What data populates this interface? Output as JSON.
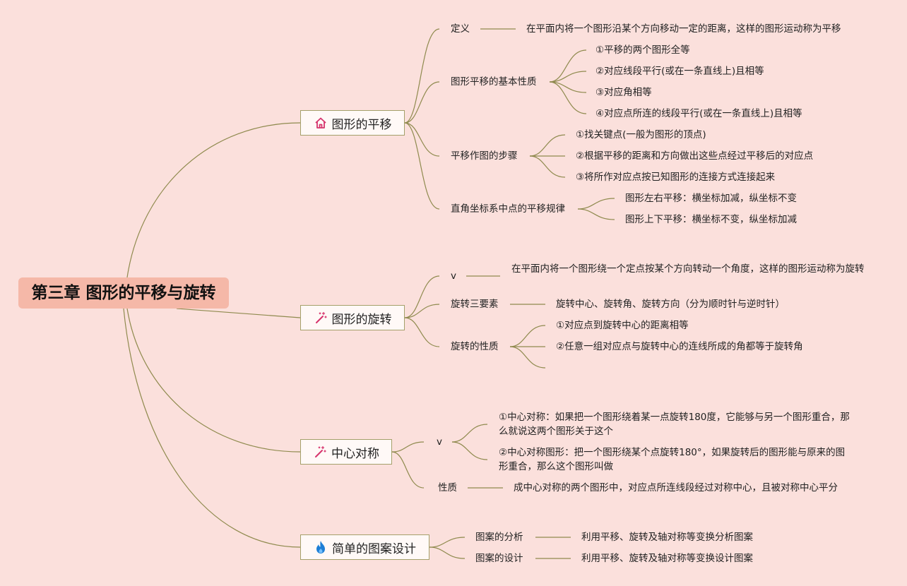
{
  "root": {
    "title": "第三章 图形的平移与旋转"
  },
  "colors": {
    "background": "#fbe0dc",
    "root_fill": "#f5b8a8",
    "topic_border": "#a4a06a",
    "line": "#8f8a4e",
    "icon_red": "#d6336c",
    "icon_blue": "#1c7ed6"
  },
  "topics": [
    {
      "label": "图形的平移",
      "icon": "home-icon",
      "items": [
        {
          "label": "定义",
          "leaves": [
            "在平面内将一个图形沿某个方向移动一定的距离，这样的图形运动称为平移"
          ]
        },
        {
          "label": "图形平移的基本性质",
          "leaves": [
            "①平移的两个图形全等",
            "②对应线段平行(或在一条直线上)且相等",
            "③对应角相等",
            "④对应点所连的线段平行(或在一条直线上)且相等"
          ]
        },
        {
          "label": "平移作图的步骤",
          "leaves": [
            "①找关键点(一般为图形的顶点)",
            "②根据平移的距离和方向做出这些点经过平移后的对应点",
            "③将所作对应点按已知图形的连接方式连接起来"
          ]
        },
        {
          "label": "直角坐标系中点的平移规律",
          "leaves": [
            "图形左右平移：横坐标加减，纵坐标不变",
            "图形上下平移：横坐标不变，纵坐标加减"
          ]
        }
      ]
    },
    {
      "label": "图形的旋转",
      "icon": "magic-wand-icon",
      "items": [
        {
          "label": "v",
          "leaves": [
            "在平面内将一个图形绕一个定点按某个方向转动一个角度，这样的图形运动称为旋转"
          ]
        },
        {
          "label": "旋转三要素",
          "leaves": [
            "旋转中心、旋转角、旋转方向（分为顺时针与逆时针）"
          ]
        },
        {
          "label": "旋转的性质",
          "leaves": [
            "①对应点到旋转中心的距离相等",
            "②任意一组对应点与旋转中心的连线所成的角都等于旋转角"
          ]
        }
      ]
    },
    {
      "label": "中心对称",
      "icon": "magic-wand-icon",
      "items": [
        {
          "label": "v",
          "leaves": [
            "①中心对称：如果把一个图形绕着某一点旋转180度，它能够与另一个图形重合，那么就说这两个图形关于这个",
            "②中心对称图形：把一个图形绕某个点旋转180°，如果旋转后的图形能与原来的图形重合，那么这个图形叫做"
          ]
        },
        {
          "label": "性质",
          "leaves": [
            "成中心对称的两个图形中，对应点所连线段经过对称中心，且被对称中心平分"
          ]
        }
      ]
    },
    {
      "label": "简单的图案设计",
      "icon": "fire-icon",
      "items": [
        {
          "label": "图案的分析",
          "leaves": [
            "利用平移、旋转及轴对称等变换分析图案"
          ]
        },
        {
          "label": "图案的设计",
          "leaves": [
            "利用平移、旋转及轴对称等变换设计图案"
          ]
        }
      ]
    }
  ]
}
